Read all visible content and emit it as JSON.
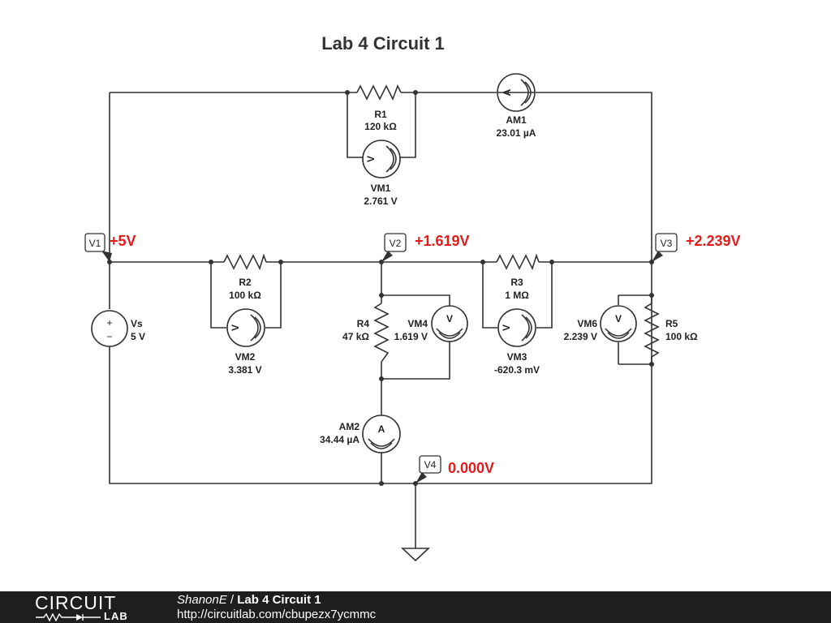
{
  "title": "Lab 4 Circuit 1",
  "components": {
    "r1": {
      "name": "R1",
      "value": "120 kΩ"
    },
    "r2": {
      "name": "R2",
      "value": "100 kΩ"
    },
    "r3": {
      "name": "R3",
      "value": "1 MΩ"
    },
    "r4": {
      "name": "R4",
      "value": "47 kΩ"
    },
    "r5": {
      "name": "R5",
      "value": "100 kΩ"
    },
    "vs": {
      "name": "Vs",
      "value": "5 V"
    }
  },
  "meters": {
    "am1": {
      "name": "AM1",
      "reading": "23.01 µA",
      "symbol": "A"
    },
    "am2": {
      "name": "AM2",
      "reading": "34.44 µA",
      "symbol": "A"
    },
    "vm1": {
      "name": "VM1",
      "reading": "2.761 V",
      "symbol": "V"
    },
    "vm2": {
      "name": "VM2",
      "reading": "3.381 V",
      "symbol": "V"
    },
    "vm3": {
      "name": "VM3",
      "reading": "-620.3 mV",
      "symbol": "V"
    },
    "vm4": {
      "name": "VM4",
      "reading": "1.619 V",
      "symbol": "V"
    },
    "vm6": {
      "name": "VM6",
      "reading": "2.239 V",
      "symbol": "V"
    }
  },
  "probes": {
    "v1": {
      "name": "V1",
      "voltage": "+5V"
    },
    "v2": {
      "name": "V2",
      "voltage": "+1.619V"
    },
    "v3": {
      "name": "V3",
      "voltage": "+2.239V"
    },
    "v4": {
      "name": "V4",
      "voltage": "0.000V"
    }
  },
  "source_symbols": {
    "plus": "+",
    "minus": "−"
  },
  "colors": {
    "probe_voltage": "#e8191b",
    "wire": "#333333",
    "footer_bg": "#1e1e1e"
  },
  "footer": {
    "logo_top": "CIRCUIT",
    "logo_bottom": "LAB",
    "author": "ShanonE",
    "separator": " / ",
    "title": "Lab 4 Circuit 1",
    "url": "http://circuitlab.com/cbupezx7ycmmc"
  }
}
